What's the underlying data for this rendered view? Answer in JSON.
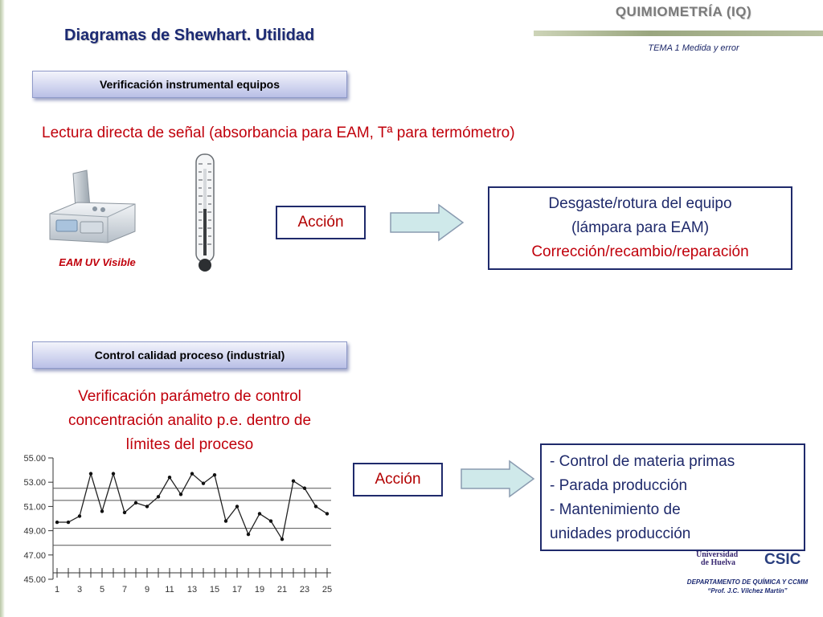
{
  "header": {
    "course": "QUIMIOMETRÍA (IQ)",
    "topic": "TEMA 1 Medida y error",
    "title": "Diagramas de Shewhart. Utilidad"
  },
  "section1": {
    "banner": "Verificación instrumental equipos",
    "description": "Lectura directa de señal (absorbancia para EAM, Tª para termómetro)",
    "instrument_caption": "EAM UV Visible",
    "action_label": "Acción",
    "result_lines": [
      "Desgaste/rotura del equipo",
      "(lámpara para EAM)",
      "Corrección/recambio/reparación"
    ]
  },
  "section2": {
    "banner": "Control calidad proceso (industrial)",
    "description_lines": [
      "Verificación parámetro de control",
      "concentración analito p.e. dentro de",
      "límites del proceso"
    ],
    "action_label": "Acción",
    "result_lines": [
      "- Control de materia primas",
      "- Parada producción",
      "- Mantenimiento de",
      "unidades producción"
    ]
  },
  "footer": {
    "university_logo_text": [
      "Universidad",
      "de Huelva"
    ],
    "csic_logo_text": "CSIC",
    "department": "DEPARTAMENTO DE QUÍMICA Y CCMM",
    "professor": "“Prof. J.C. Vílchez Martín”"
  },
  "colors": {
    "title_blue": "#1c2a73",
    "accent_red": "#c0000b",
    "arrow_fill": "#cfe9ea",
    "box_border": "#1f2a6b"
  },
  "chart_data": {
    "type": "line",
    "x": [
      1,
      2,
      3,
      4,
      5,
      6,
      7,
      8,
      9,
      10,
      11,
      12,
      13,
      14,
      15,
      16,
      17,
      18,
      19,
      20,
      21,
      22,
      23,
      24,
      25
    ],
    "x_ticks": [
      "1",
      "3",
      "5",
      "7",
      "9",
      "11",
      "13",
      "15",
      "17",
      "19",
      "21",
      "23",
      "25"
    ],
    "y_ticks": [
      "55.00",
      "53.00",
      "51.00",
      "49.00",
      "47.00",
      "45.00"
    ],
    "ylim": [
      45,
      55
    ],
    "control_lines": [
      47.8,
      49.2,
      51.5,
      52.5
    ],
    "series": [
      {
        "values": [
          49.7,
          49.7,
          50.2,
          53.7,
          50.6,
          53.7,
          50.5,
          51.3,
          51.0,
          51.8,
          53.4,
          52.0,
          53.7,
          52.9,
          53.6,
          49.8,
          51.0,
          48.7,
          50.4,
          49.8,
          48.3,
          53.1,
          52.5,
          51.0,
          50.4
        ]
      }
    ],
    "grid": false
  }
}
